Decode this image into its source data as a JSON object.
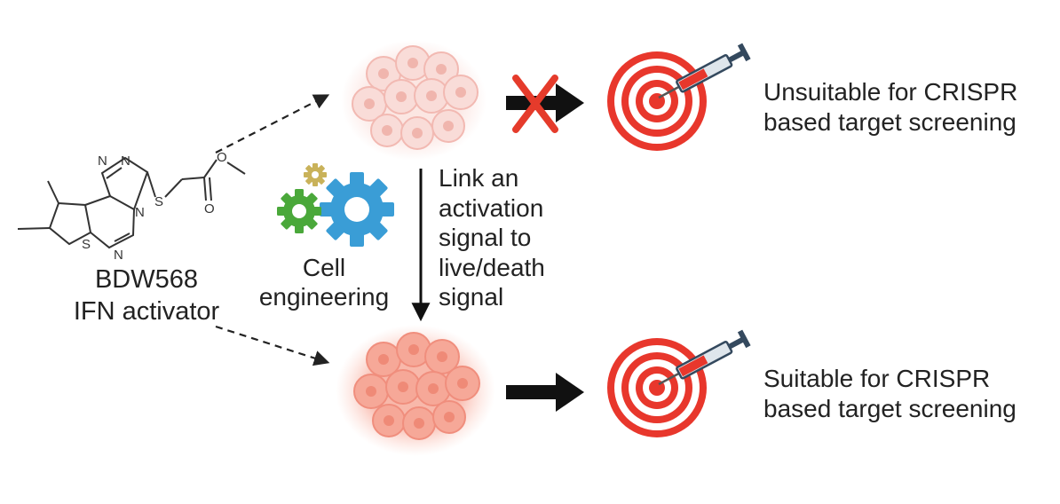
{
  "compound": {
    "name": "BDW568",
    "description": "IFN activator",
    "atoms": {
      "n1": "N",
      "n2": "N",
      "n3": "N",
      "n4": "N",
      "s_ring": "S",
      "s_link": "S",
      "o_ether": "O",
      "o_carbonyl": "O"
    }
  },
  "engineering": {
    "line1": "Cell",
    "line2": "engineering"
  },
  "link_text": [
    "Link an",
    "activation",
    "signal to",
    "live/death",
    "signal"
  ],
  "outcomes": {
    "unsuitable": {
      "line1": "Unsuitable for CRISPR",
      "line2": "based target screening"
    },
    "suitable": {
      "line1": "Suitable for CRISPR",
      "line2": "based target screening"
    }
  },
  "colors": {
    "target_red": "#e8372c",
    "cell_pale_fill": "#f9dcd8",
    "cell_pale_stroke": "#f2b9b2",
    "cell_bright_fill": "#f6a898",
    "cell_bright_stroke": "#f08e7d",
    "gear_green": "#4aa83a",
    "gear_blue": "#3a9dd6",
    "gear_gold": "#c9b25a",
    "cross_red": "#e53b2b",
    "arrow_black": "#111111"
  },
  "icons": [
    "gear-icon",
    "cross-icon",
    "syringe-icon",
    "target-icon",
    "cell-cluster-icon"
  ]
}
